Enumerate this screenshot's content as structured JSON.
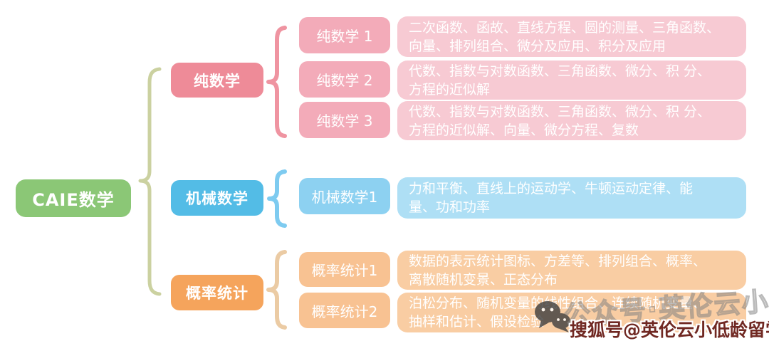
{
  "root": {
    "label": "CAIE数学"
  },
  "branches": [
    {
      "label": "纯数学",
      "children": [
        {
          "label": "纯数学 1",
          "content": "二次函数、函故、直线方程、圆的测量、三角函数、\n向量、排列组合、微分及应用、积分及应用"
        },
        {
          "label": "纯数学 2",
          "content": "代数、指数与对数函数、三角函数、微分、积 分、\n方程的近似解"
        },
        {
          "label": "纯数学 3",
          "content": "代数、指数与对数函数、三角函数、微分、积 分、\n方程的近似解、向量、微分方程、复数"
        }
      ]
    },
    {
      "label": "机械数学",
      "children": [
        {
          "label": "机械数学1",
          "content": "力和平衡、直线上的运动学、牛顿运动定律、能\n量、功和功率"
        }
      ]
    },
    {
      "label": "概率统计",
      "children": [
        {
          "label": "概率统计1",
          "content": "数据的表示统计图标、方差等、排列组合、概率、\n离散随机变景、正态分布"
        },
        {
          "label": "概率统计2",
          "content": "泊松分布、随机变量的线性组合、连续随机变量、\n抽样和估计、假设检验"
        }
      ]
    }
  ],
  "watermark": {
    "sohu_text": "搜狐号@英伦云小低龄留学",
    "wechat_text": "公众号·英伦云小",
    "wechat_icon": "wechat-icon"
  },
  "palette": {
    "root_bg": "#8bc776",
    "root_brace": "#cbd1a0",
    "pure_main": "#ee8b98",
    "pure_sub": "#f3abb9",
    "pure_content": "#f7cad3",
    "mech_main": "#53bce6",
    "mech_sub": "#8dd1f1",
    "mech_content": "#aedff5",
    "stat_main": "#f5a45c",
    "stat_sub": "#f8c292",
    "stat_content": "#f9cda3",
    "node_text": "#ffffff",
    "sohu_watermark_red": "#702822",
    "wechat_watermark_gray": "#828282"
  }
}
